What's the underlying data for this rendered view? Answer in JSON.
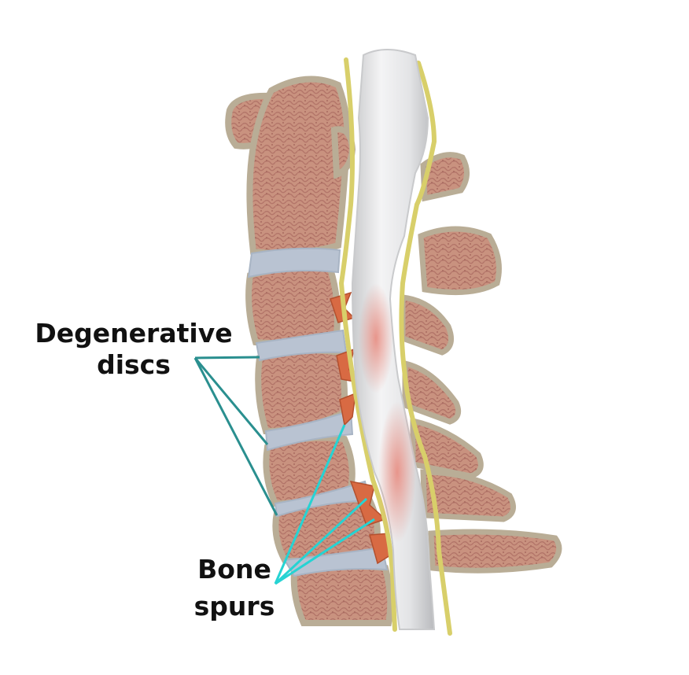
{
  "labels": {
    "degenerative_line1": "Degenerative",
    "degenerative_line2": "discs",
    "bone_line1": "Bone",
    "bone_line2": "spurs"
  },
  "colors": {
    "bone_fill": "#c9927f",
    "bone_rim": "#b9ad96",
    "bone_texture": "#b27468",
    "disc": "#b9c3d2",
    "cord": "#e6e7e9",
    "dura": "#d8cf6a",
    "inflamed": "#e7867a",
    "spur": "#d86a43",
    "leader_discs": "#2a8f8f",
    "leader_spurs": "#26d3d3"
  }
}
